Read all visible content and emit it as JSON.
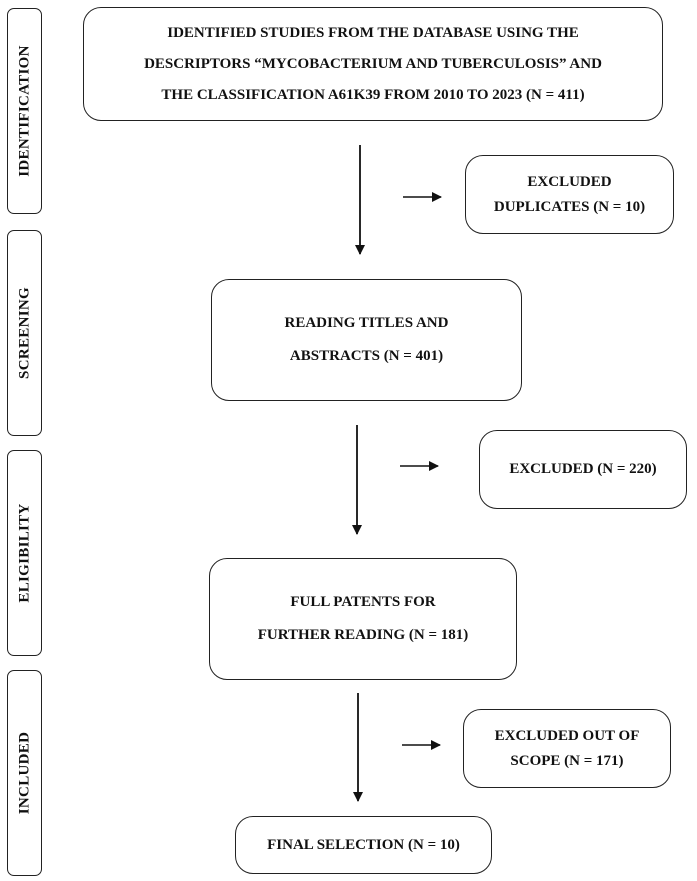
{
  "stages": [
    {
      "label": "IDENTIFICATION"
    },
    {
      "label": "SCREENING"
    },
    {
      "label": "ELIGIBILITY"
    },
    {
      "label": "INCLUDED"
    }
  ],
  "boxes": {
    "identified": {
      "lines": [
        "IDENTIFIED STUDIES FROM THE DATABASE USING THE",
        "DESCRIPTORS “MYCOBACTERIUM AND TUBERCULOSIS” AND",
        "THE CLASSIFICATION A61K39 FROM 2010 TO 2023 (N = 411)"
      ]
    },
    "excluded_duplicates": {
      "lines": [
        "EXCLUDED",
        "DUPLICATES (N = 10)"
      ]
    },
    "screening": {
      "lines": [
        "READING TITLES AND",
        "ABSTRACTS (N = 401)"
      ]
    },
    "excluded_screening": {
      "lines": [
        "EXCLUDED (N = 220)"
      ]
    },
    "full_patents": {
      "lines": [
        "FULL PATENTS FOR",
        "FURTHER READING (N = 181)"
      ]
    },
    "excluded_scope": {
      "lines": [
        "EXCLUDED OUT OF",
        "SCOPE (N = 171)"
      ]
    },
    "final": {
      "lines": [
        "FINAL SELECTION (N = 10)"
      ]
    }
  }
}
